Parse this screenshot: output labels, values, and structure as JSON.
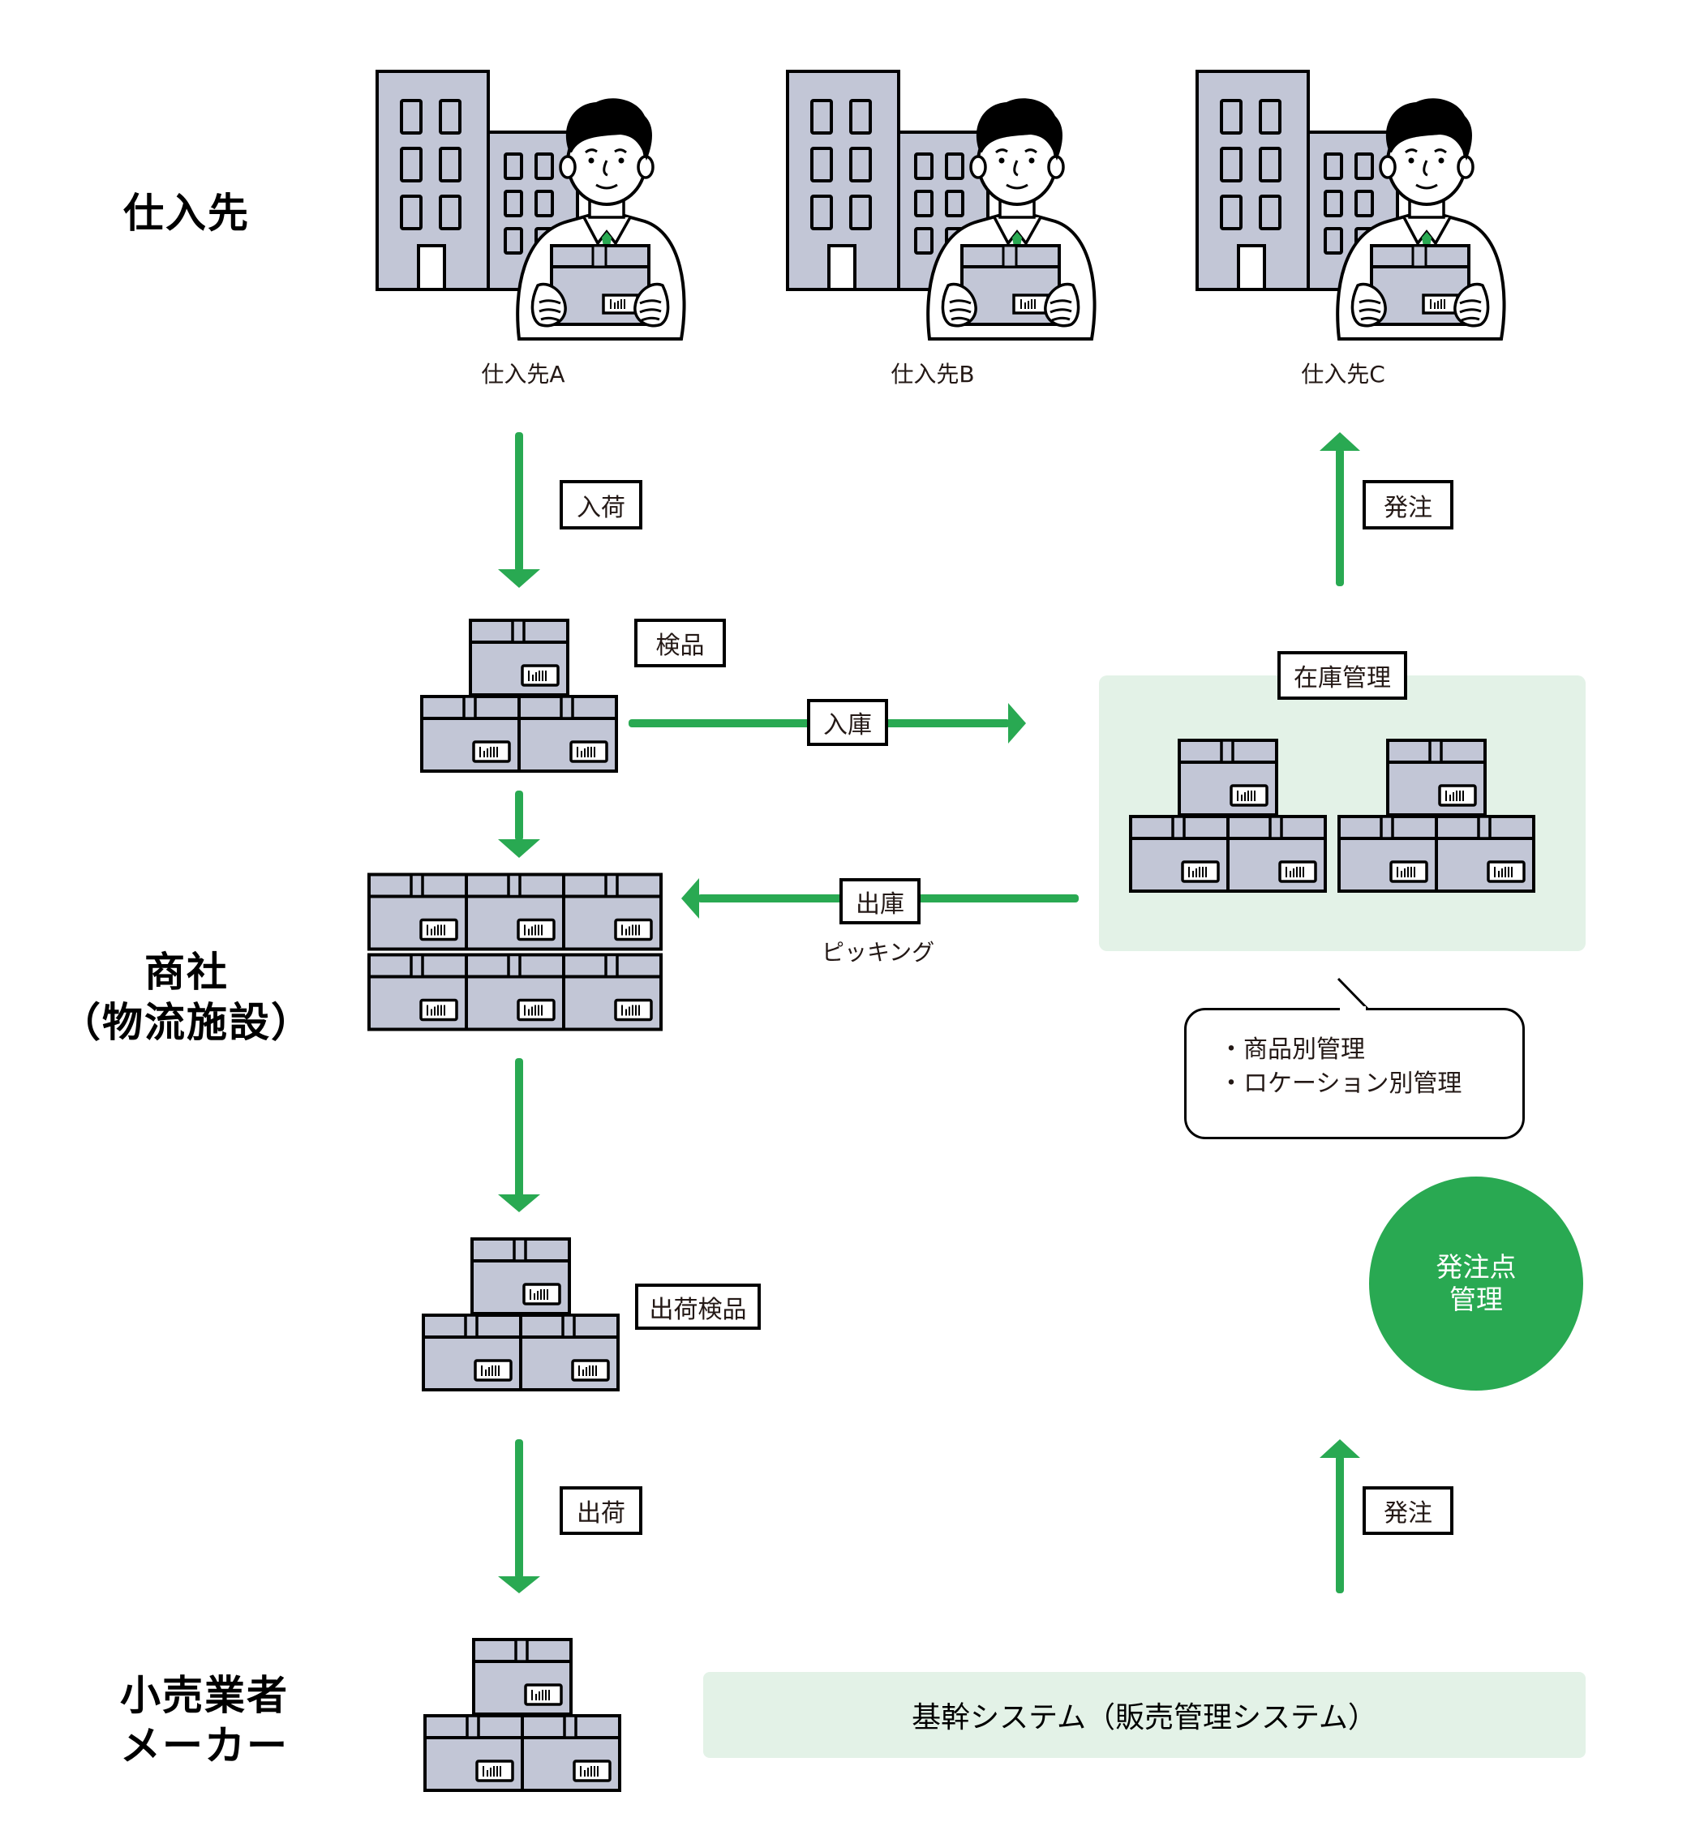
{
  "colors": {
    "accent_green": "#29a952",
    "panel_bg": "#e3f2e7",
    "box_fill": "#c2c6d6",
    "outline": "#000000"
  },
  "rows": {
    "supplier": "仕入先",
    "trading_company_line1": "商社",
    "trading_company_line2": "（物流施設）",
    "retailer_line1": "小売業者",
    "retailer_line2": "メーカー"
  },
  "suppliers": [
    {
      "name": "仕入先A",
      "icon": "building-with-person-holding-box"
    },
    {
      "name": "仕入先B",
      "icon": "building-with-person-holding-box"
    },
    {
      "name": "仕入先C",
      "icon": "building-with-person-holding-box"
    }
  ],
  "flow_labels": {
    "arrival": "入荷",
    "inspection": "検品",
    "warehousing": "入庫",
    "shipping_out": "出庫",
    "picking": "ピッキング",
    "shipment_inspection": "出荷検品",
    "shipment": "出荷",
    "order_top": "発注",
    "order_bottom": "発注"
  },
  "inventory": {
    "title": "在庫管理",
    "notes": [
      "商品別管理",
      "ロケーション別管理"
    ]
  },
  "reorder_point": {
    "line1": "発注点",
    "line2": "管理"
  },
  "core_system": "基幹システム（販売管理システム）",
  "icons": {
    "box_stack": "cardboard-box-stack-icon",
    "pallet": "pallet-boxes-icon",
    "arrow": "arrow-icon"
  }
}
